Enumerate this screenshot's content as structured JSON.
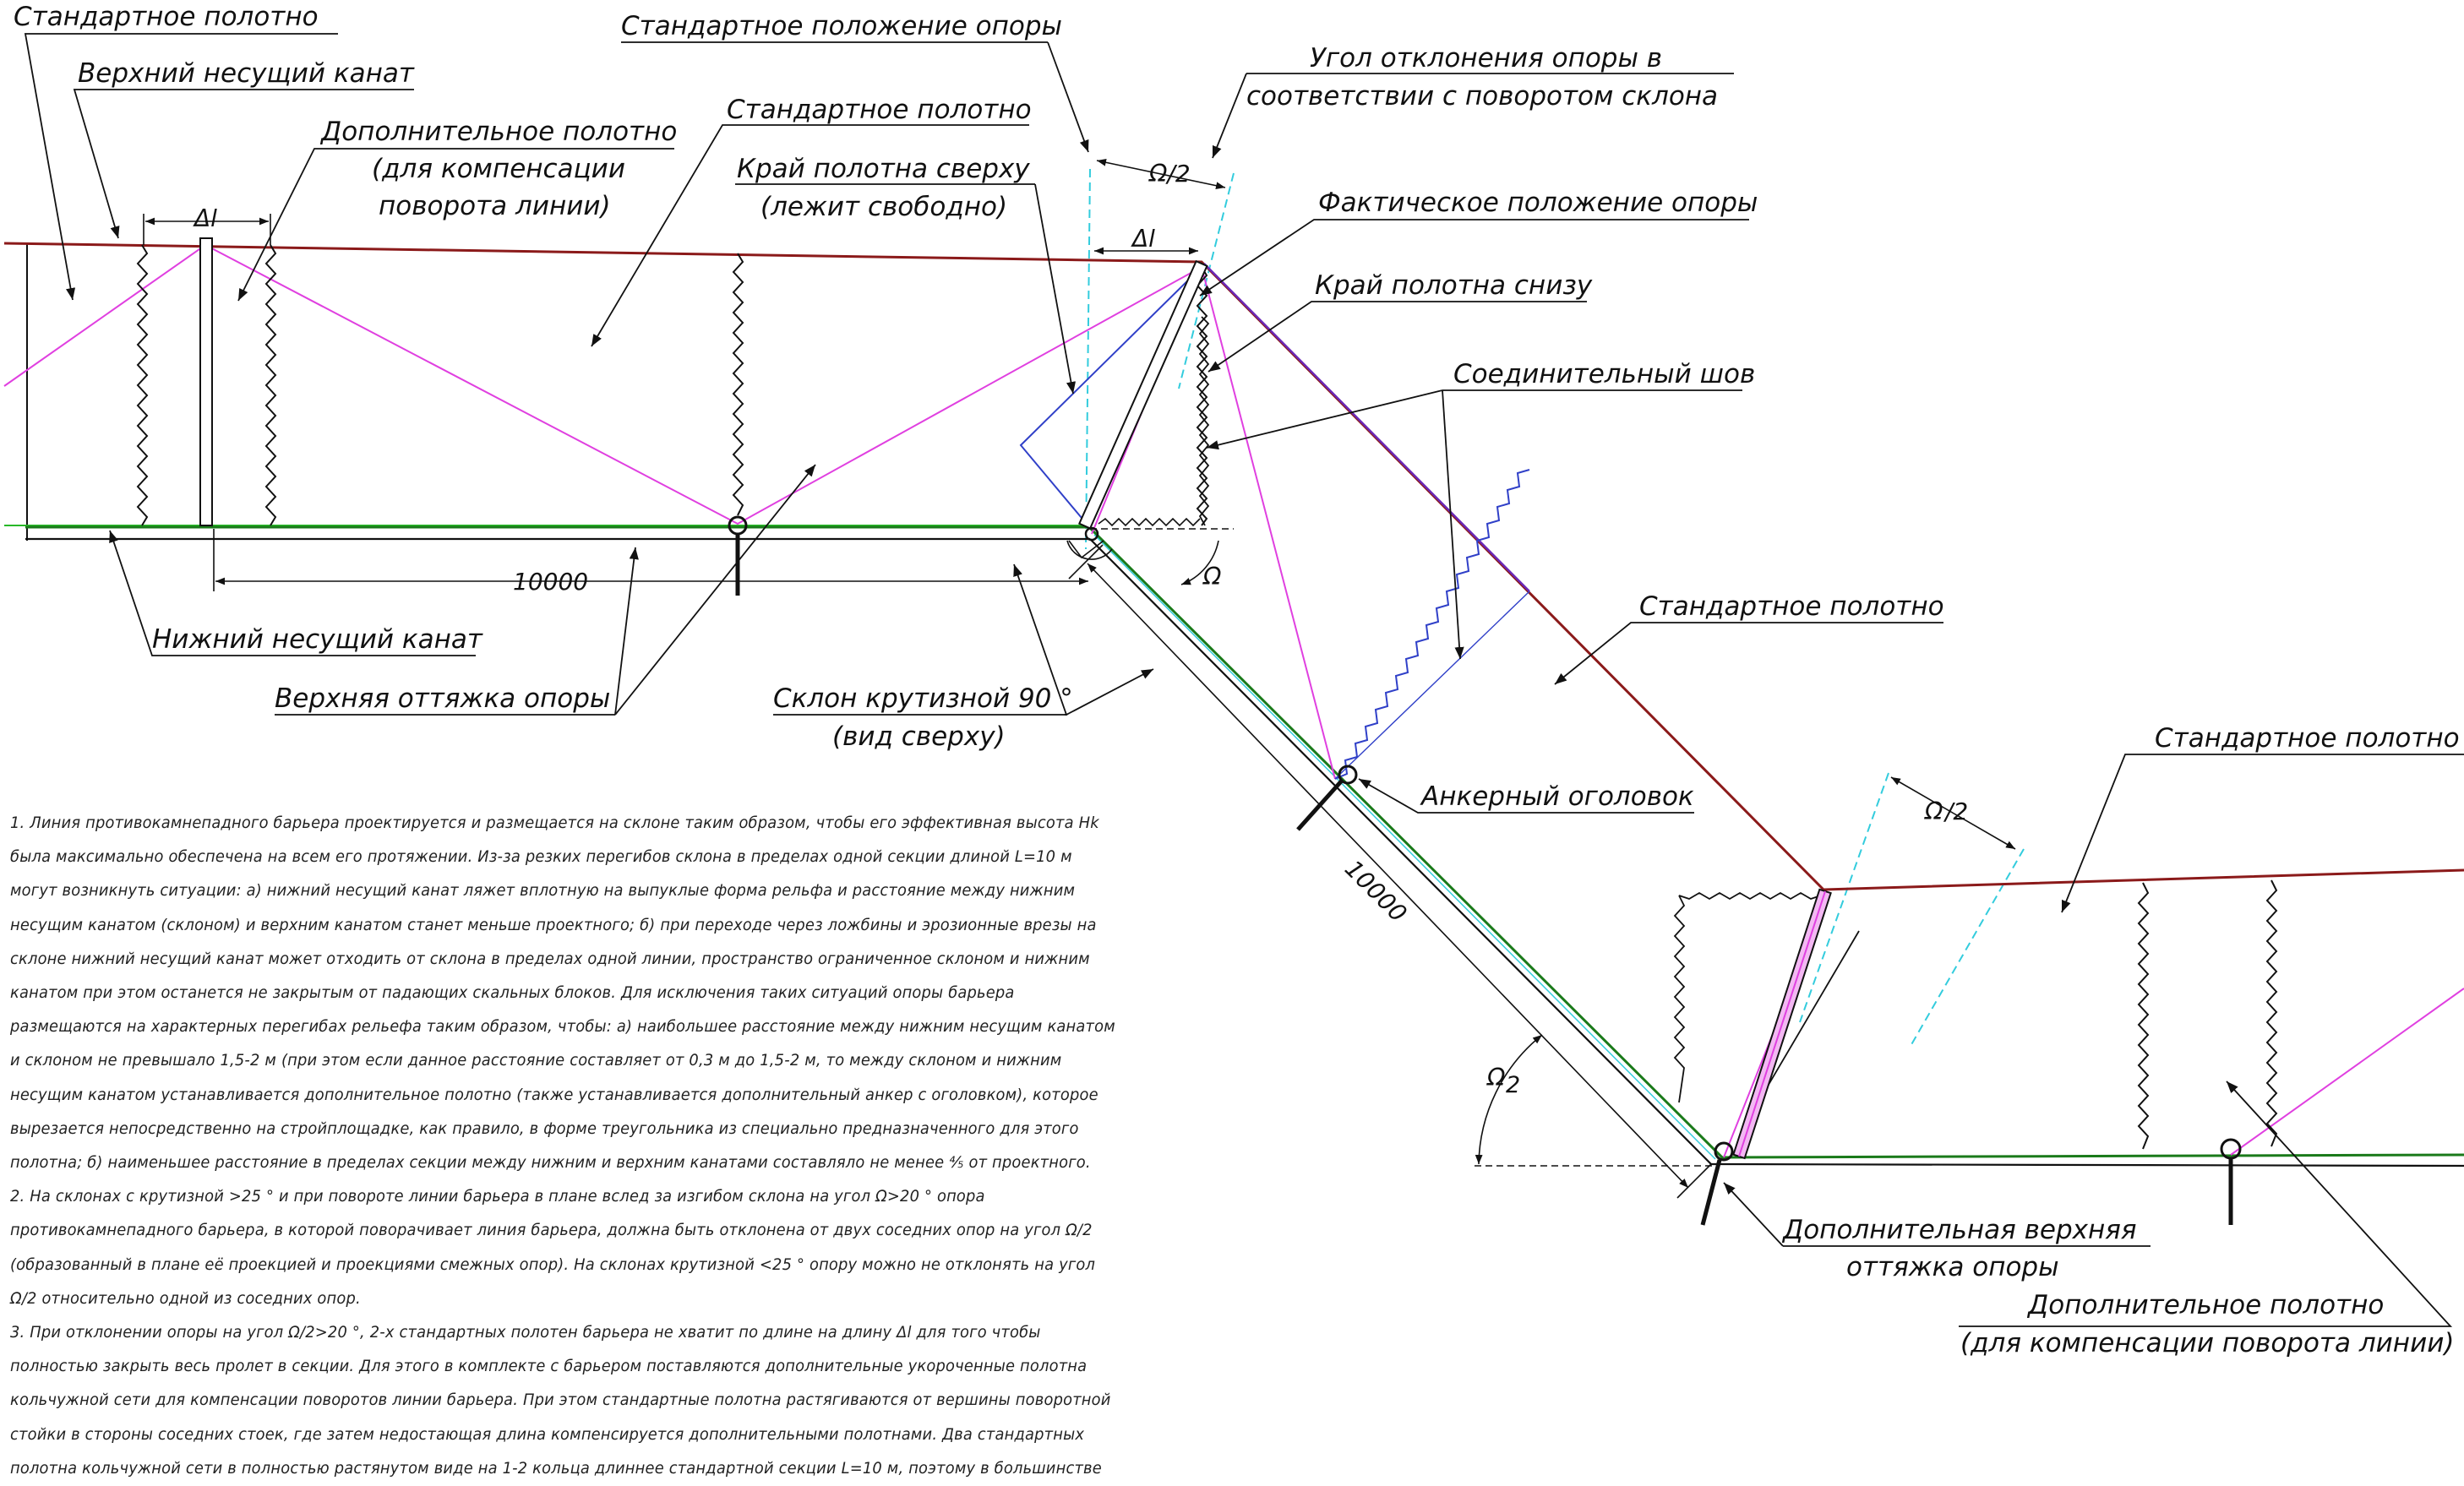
{
  "labels": {
    "std_panel_1": "Стандартное полотно",
    "upper_cable": "Верхний несущий канат",
    "extra_panel_1": "Дополнительное полотно",
    "extra_panel_1_l2": "(для компенсации",
    "extra_panel_1_l3": "поворота линии)",
    "std_post_position": "Стандартное положение опоры",
    "std_panel_2": "Стандартное полотно",
    "top_edge": "Край полотна сверху",
    "top_edge_l2": "(лежит свободно)",
    "tilt_angle": "Угол отклонения опоры в",
    "tilt_angle_l2": "соответствии с поворотом склона",
    "actual_post_position": "Фактическое положение опоры",
    "bottom_edge": "Край полотна снизу",
    "joint_seam": "Соединительный шов",
    "std_panel_3": "Стандартное полотно",
    "std_panel_4": "Стандартное полотно",
    "lower_cable": "Нижний несущий канат",
    "upper_guy": "Верхняя оттяжка опоры",
    "slope": "Склон крутизной 90 °",
    "slope_l2": "(вид сверху)",
    "anchor_head": "Анкерный оголовок",
    "extra_upper_guy": "Дополнительная верхняя",
    "extra_upper_guy_l2": "оттяжка опоры",
    "extra_panel_2": "Дополнительное полотно",
    "extra_panel_2_l2": "(для компенсации поворота линии)"
  },
  "dimensions": {
    "delta_l": "Δl",
    "omega_half": "Ω/2",
    "omega": "Ω",
    "omega2": "Ω",
    "omega2_sub": "2",
    "omega2_half": "Ω",
    "omega2_half_tail": "/2",
    "len_1": "10000",
    "len_2": "10000"
  },
  "notes": [
    "1. Линия противокамнепадного барьера проектируется и размещается на склоне таким образом, чтобы  его эффективная высота Hk",
    "была максимально обеспечена на всем его протяжении. Из-за резких перегибов склона в пределах одной секции длиной L=10 м",
    "могут возникнуть ситуации: а) нижний несущий канат ляжет вплотную на выпуклые форма рельфа и расстояние между нижним",
    "несущим канатом (склоном) и верхним канатом станет меньше проектного; б) при переходе через ложбины и эрозионные врезы на",
    "склоне нижний несущий канат может отходить от склона в пределах одной линии, пространство ограниченное склоном и нижним",
    "канатом при этом останется не закрытым от падающих скальных блоков. Для исключения таких ситуаций опоры барьера",
    "размещаются на характерных перегибах рельефа таким образом, чтобы: а) наибольшее расстояние между нижним несущим канатом",
    "и склоном не превышало 1,5-2 м (при этом если данное расстояние составляет от 0,3 м до 1,5-2 м, то между склоном и нижним",
    "несущим канатом устанавливается дополнительное полотно (также устанавливается дополнительный анкер с оголовком), которое",
    "вырезается непосредственно на стройплощадке, как правило, в форме треугольника из специально предназначенного для этого",
    "полотна; б) наименьшее расстояние в пределах секции между нижним и верхним канатами составляло не менее ⅘ от проектного.",
    "2. На склонах с крутизной >25 ° и при повороте линии барьера в плане вслед за изгибом склона на угол Ω>20 ° опора",
    "противокамнепадного барьера, в которой поворачивает линия барьера, должна быть отклонена от двух соседних опор на угол Ω/2",
    "(образованный в плане её проекцией и проекциями смежных опор). На склонах крутизной <25 ° опору можно не отклонять на угол",
    "Ω/2 относительно одной из соседних опор.",
    "3. При отклонении опоры на угол Ω/2>20 °, 2-х стандартных полотен барьера не хватит по длине на длину Δl для того чтобы",
    "полностью закрыть весь пролет в секции. Для этого в комплекте с барьером поставляются дополнительные укороченные полотна",
    "кольчужной сети для компенсации поворотов линии барьера. При этом стандартные полотна растягиваются от вершины поворотной",
    "стойки в стороны соседних стоек, где затем недостающая длина компенсируется дополнительными полотнами. Два стандартных",
    "полотна кольчужной сети в полностью растянутом виде на 1-2 кольца длиннее стандартной секции L=10 м, поэтому в большинстве"
  ],
  "colors": {
    "upper_cable": "#8b1a1a",
    "lower_cable": "#1a7a1a",
    "guy_ropes": "#e040e0",
    "diag_blue": "#3040c8",
    "construction": "#33ccdd",
    "ink": "#111111"
  }
}
